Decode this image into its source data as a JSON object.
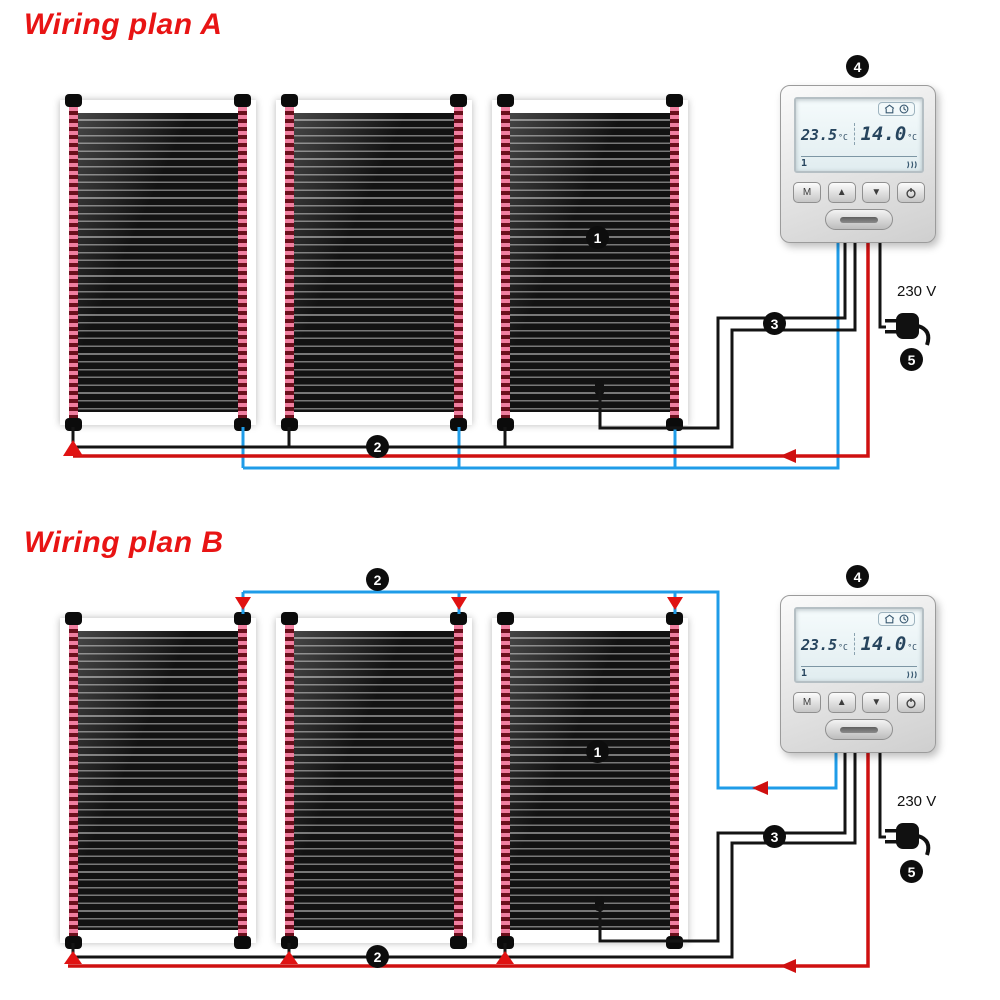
{
  "plans": {
    "a": {
      "title": "Wiring plan A",
      "voltage": "230 V"
    },
    "b": {
      "title": "Wiring plan B",
      "voltage": "230 V"
    }
  },
  "callouts": {
    "heating_film": "1",
    "connection_cable": "2",
    "floor_sensor": "3",
    "thermostat": "4",
    "power_plug": "5"
  },
  "thermostat": {
    "current_temp": "23.5",
    "current_temp_unit": "°C",
    "set_temp": "14.0",
    "set_temp_unit": "°C",
    "program_number": "1",
    "display_icons": [
      "home-icon",
      "clock-icon",
      "heating-active-icon"
    ],
    "buttons": [
      {
        "name": "menu-button",
        "label": "M",
        "icon": "menu-icon"
      },
      {
        "name": "up-button",
        "label": "▲",
        "icon": "arrow-up-icon"
      },
      {
        "name": "down-button",
        "label": "▼",
        "icon": "arrow-down-icon"
      },
      {
        "name": "power-button",
        "icon": "power-icon"
      }
    ]
  },
  "wire_colors": {
    "phase": "#cf1010",
    "neutral": "#1f9ce8",
    "load": "#141414"
  }
}
